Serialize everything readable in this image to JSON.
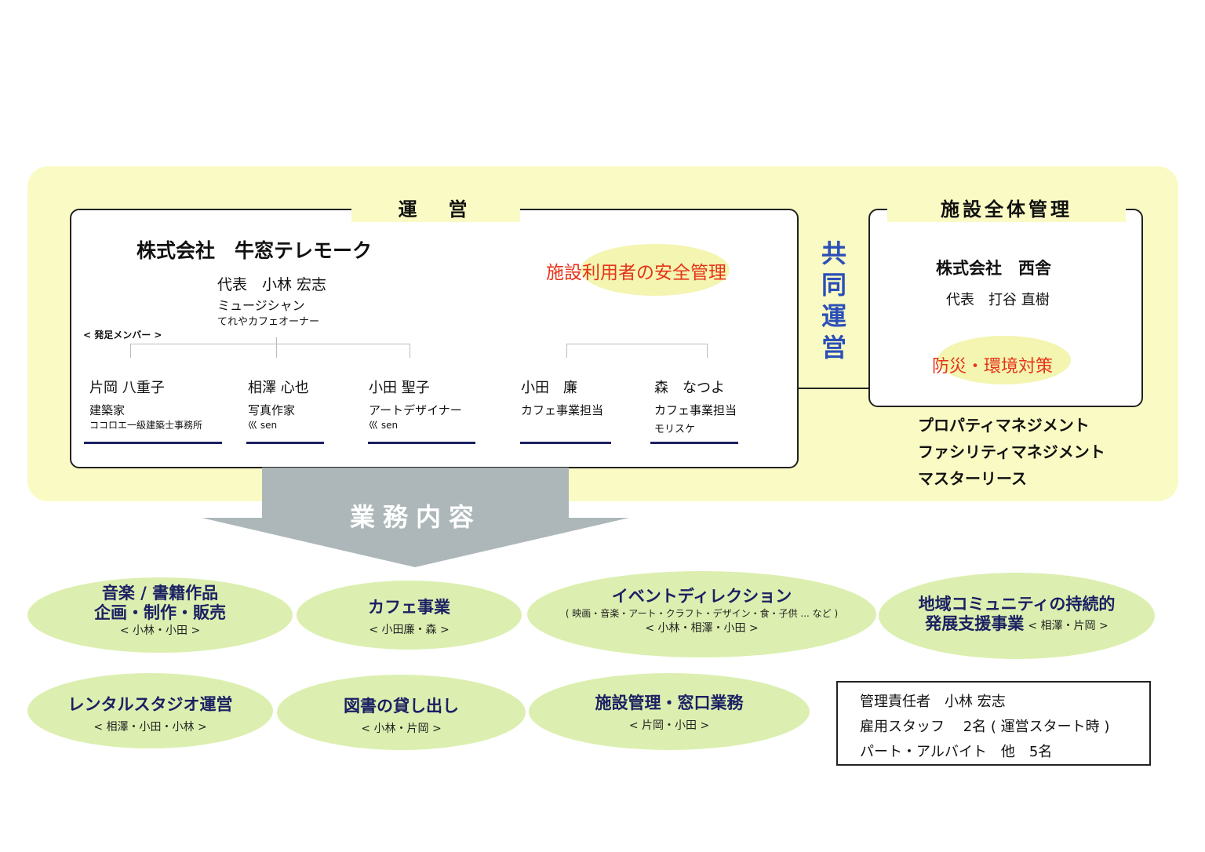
{
  "operations": {
    "title": "運　営",
    "company": "株式会社　牛窓テレモーク",
    "rep_line": "代表　小林 宏志",
    "rep_role1": "ミュージシャン",
    "rep_role2": "てれやカフェオーナー",
    "founding_label": "< 発足メンバー >",
    "safety": "施設利用者の安全管理",
    "members": [
      {
        "name": "片岡 八重子",
        "role": "建築家",
        "affil": "ココロエ一級建築士事務所"
      },
      {
        "name": "相澤 心也",
        "role": "写真作家",
        "affil": "巛 sen"
      },
      {
        "name": "小田 聖子",
        "role": "アートデザイナー",
        "affil": "巛 sen"
      },
      {
        "name": "小田　廉",
        "role": "カフェ事業担当",
        "affil": ""
      },
      {
        "name": "森　なつよ",
        "role": "カフェ事業担当",
        "affil": "モリスケ"
      }
    ]
  },
  "joint": "共同運営",
  "facility": {
    "title": "施設全体管理",
    "company": "株式会社　西舎",
    "rep_line": "代表　打谷 直樹",
    "disaster": "防災・環境対策",
    "services": [
      "プロパティマネジメント",
      "ファシリティマネジメント",
      "マスターリース"
    ]
  },
  "business": {
    "title": "業務内容",
    "items": [
      {
        "t1": "音楽 / 書籍作品",
        "t2": "企画・制作・販売",
        "sub": "< 小林・小田 >"
      },
      {
        "t1": "カフェ事業",
        "sub": "< 小田廉・森 >"
      },
      {
        "t1": "イベントディレクション",
        "note": "( 映画・音楽・アート・クラフト・デザイン・食・子供 ... など )",
        "sub": "< 小林・相澤・小田 >"
      },
      {
        "t1": "地域コミュニティの持続的",
        "t2": "発展支援事業",
        "sub": "< 相澤・片岡 >"
      },
      {
        "t1": "レンタルスタジオ運営",
        "sub": "< 相澤・小田・小林 >"
      },
      {
        "t1": "図書の貸し出し",
        "sub": "< 小林・片岡 >"
      },
      {
        "t1": "施設管理・窓口業務",
        "sub": "< 片岡・小田 >"
      }
    ]
  },
  "staff": [
    "管理責任者　小林 宏志",
    "雇用スタッフ　 2名 ( 運営スタート時 )",
    "パート・アルバイト　他　5名"
  ],
  "colors": {
    "panel": "#fafbc4",
    "navy": "#1b2063",
    "red": "#e6331a",
    "blue": "#2b4fb8",
    "ellipse": "#dcefb0",
    "arrow": "#adb7b9"
  }
}
